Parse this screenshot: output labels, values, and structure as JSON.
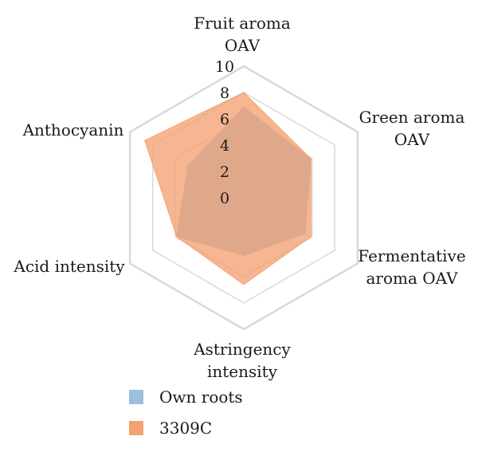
{
  "chart_data": {
    "type": "radar",
    "axes": [
      [
        "Fruit aroma",
        "OAV"
      ],
      [
        "Green aroma",
        "OAV"
      ],
      [
        "Fermentative",
        "aroma OAV"
      ],
      [
        "Astringency",
        "intensity"
      ],
      [
        "Acid intensity"
      ],
      [
        "Anthocyanin"
      ]
    ],
    "rlim": [
      0,
      10
    ],
    "ticks": [
      "0",
      "2",
      "4",
      "6",
      "8",
      "10"
    ],
    "series": [
      {
        "name": "Own roots",
        "values": [
          6.9,
          5.9,
          5.4,
          4.4,
          5.9,
          4.9
        ],
        "color": "#9dbfe0"
      },
      {
        "name": "3309C",
        "values": [
          8.0,
          5.9,
          5.9,
          6.6,
          5.9,
          8.7
        ],
        "color": "#f4a273"
      }
    ],
    "colors": {
      "grid": "#d9d9d9",
      "overlap": "#b08e7a"
    }
  }
}
